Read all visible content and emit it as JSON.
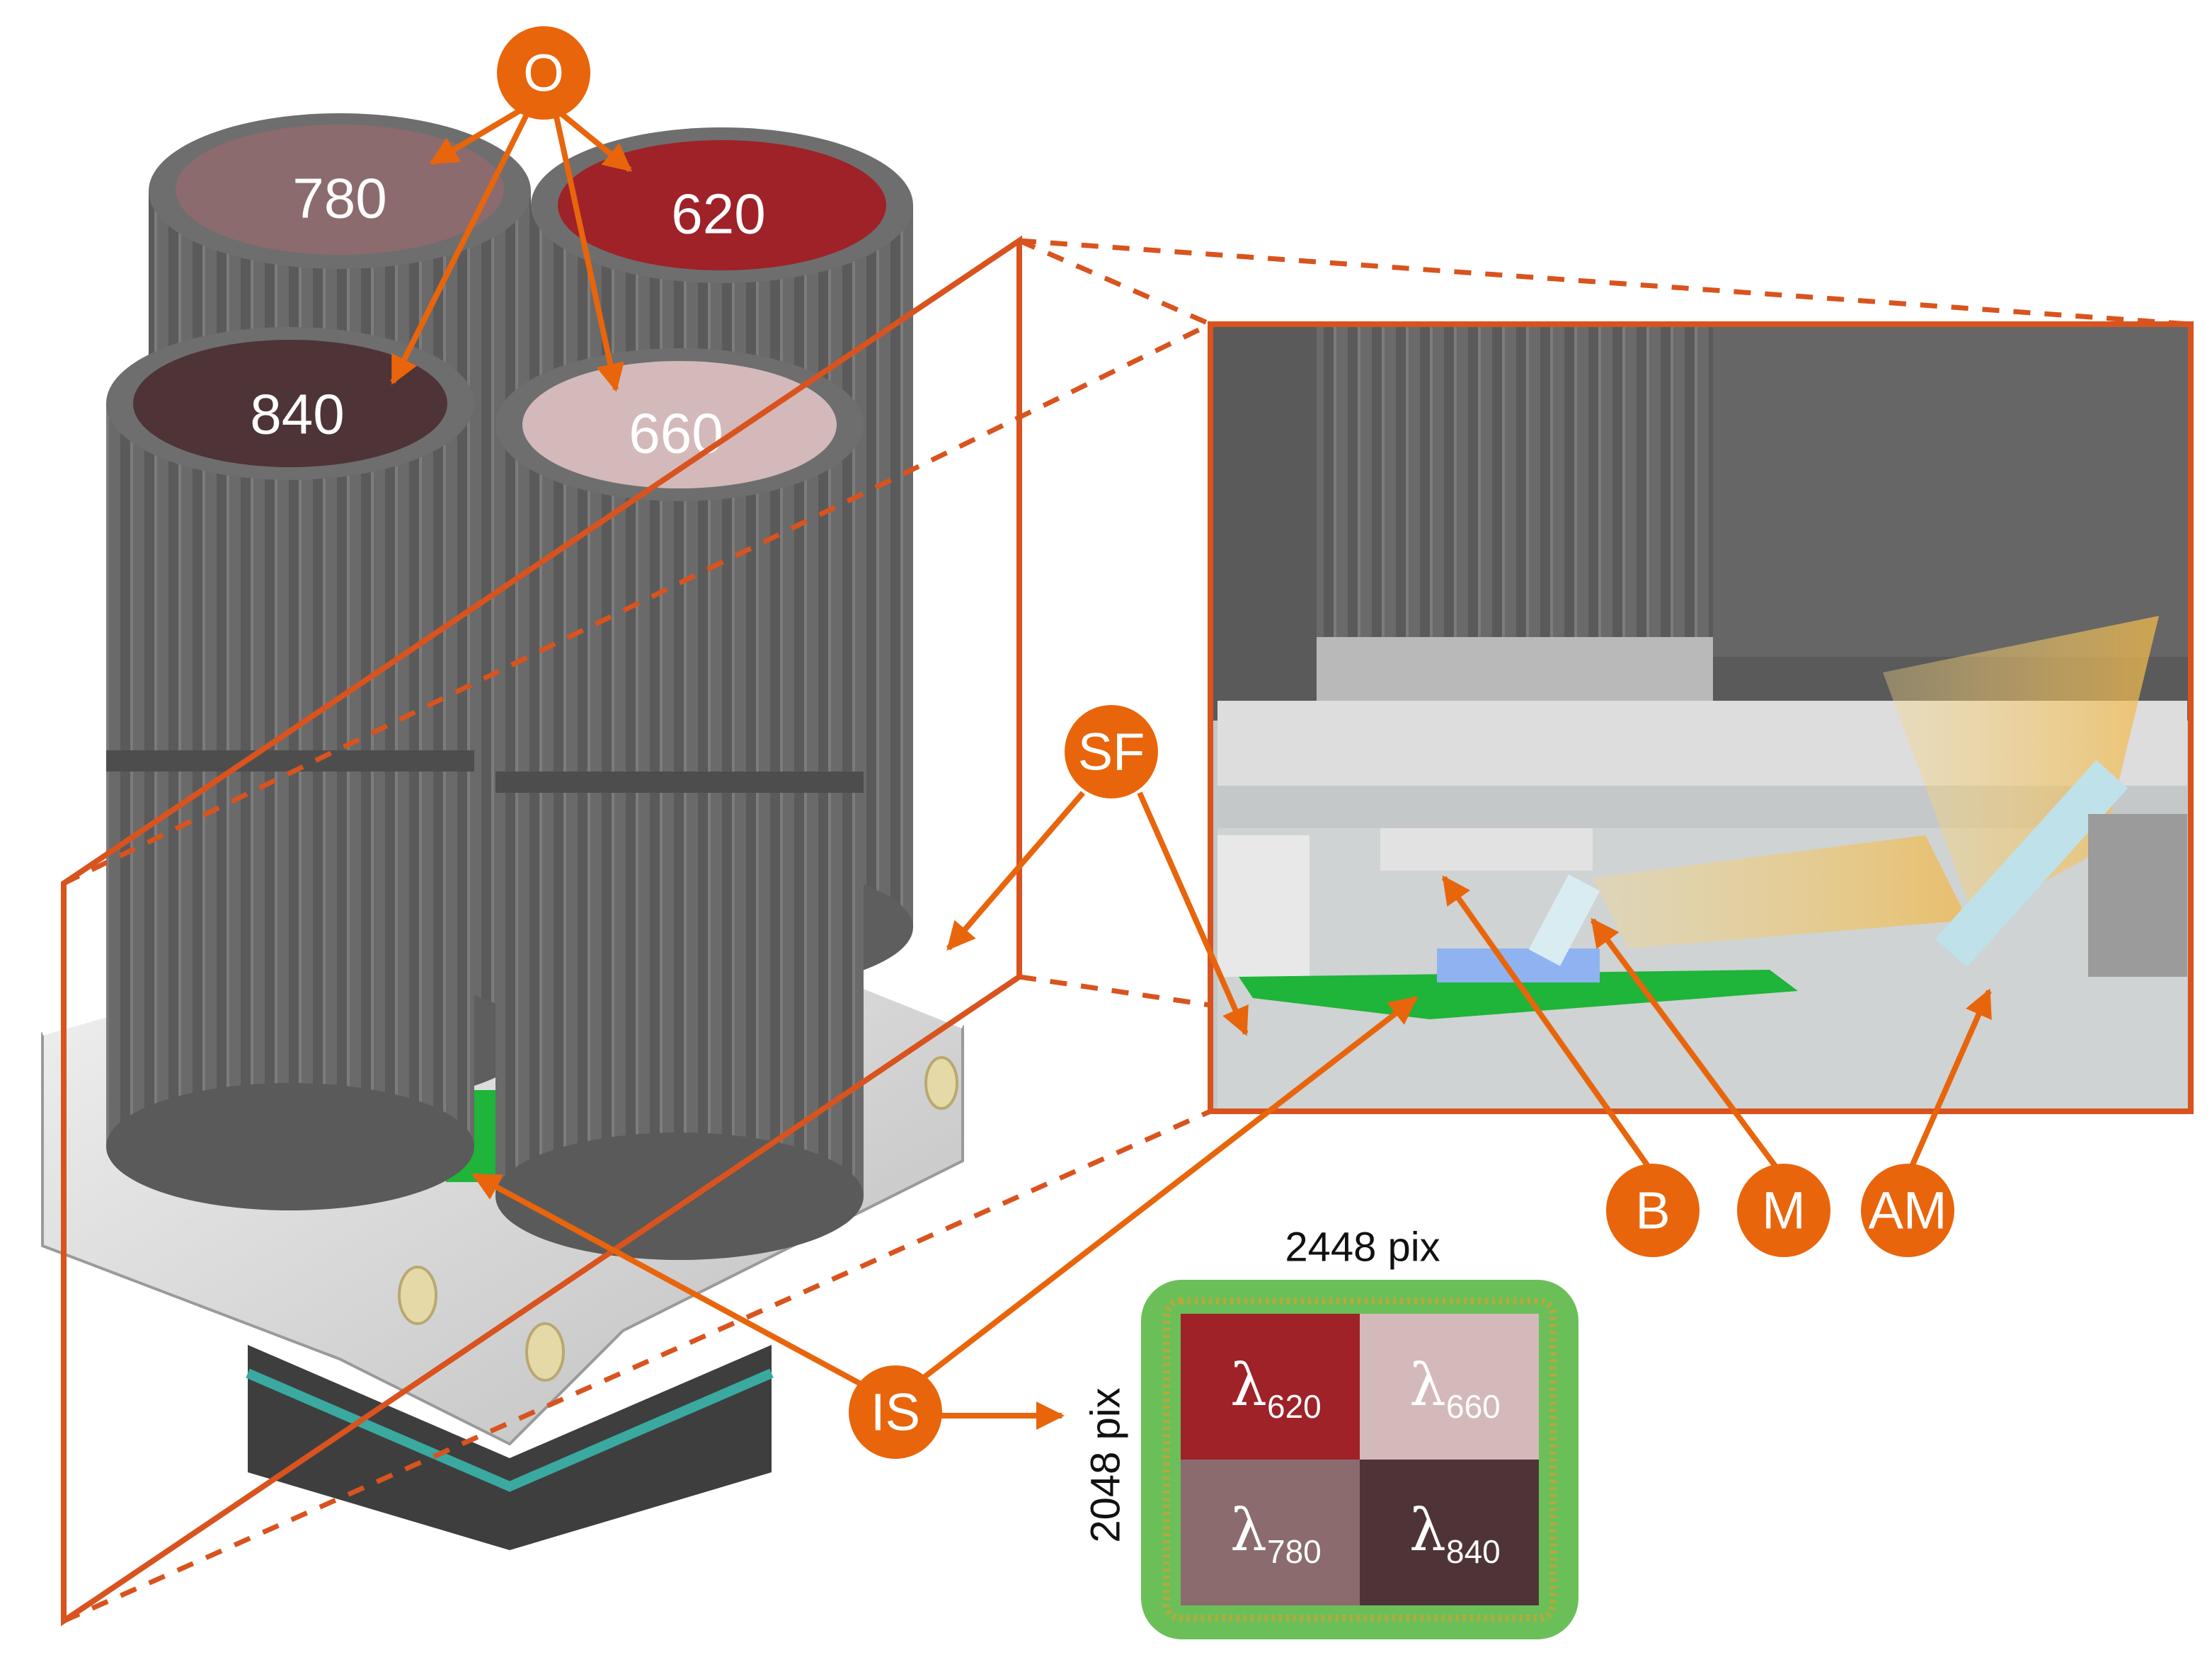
{
  "colors": {
    "accent": "#E8650C",
    "frame": "#D9531E",
    "lens_780": "#8B6B6D",
    "lens_620": "#9E2228",
    "lens_840": "#4E3437",
    "lens_660": "#D4B9BA",
    "sensor_green": "#6BBF59",
    "board_green": "#1FB43A"
  },
  "lenses": [
    {
      "id": "780",
      "label": "780"
    },
    {
      "id": "620",
      "label": "620"
    },
    {
      "id": "840",
      "label": "840"
    },
    {
      "id": "660",
      "label": "660"
    }
  ],
  "callouts": {
    "o": "O",
    "sf": "SF",
    "b": "B",
    "m": "M",
    "am": "AM",
    "is": "IS"
  },
  "sensor": {
    "width_label": "2448 pix",
    "height_label": "2048 pix",
    "quadrants": [
      {
        "symbol": "λ",
        "sub": "620",
        "color": "#9E2228"
      },
      {
        "symbol": "λ",
        "sub": "660",
        "color": "#D4B9BA"
      },
      {
        "symbol": "λ",
        "sub": "780",
        "color": "#8B6B6D"
      },
      {
        "symbol": "λ",
        "sub": "840",
        "color": "#4E3437"
      }
    ]
  }
}
